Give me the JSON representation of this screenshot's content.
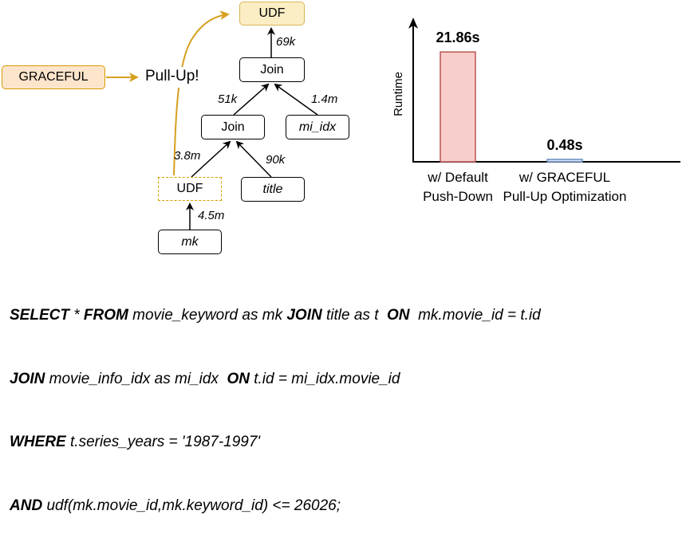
{
  "plan": {
    "nodes": {
      "udf_top": "UDF",
      "join_top": "Join",
      "join_mid": "Join",
      "mi_idx": "mi_idx",
      "udf_bottom": "UDF",
      "title": "title",
      "mk": "mk",
      "graceful": "GRACEFUL"
    },
    "edge_labels": {
      "join_top_to_udf": "69k",
      "join_mid_to_join_top": "51k",
      "mi_idx_to_join_top": "1.4m",
      "udf_to_join_mid": "3.8m",
      "title_to_join_mid": "90k",
      "mk_to_udf": "4.5m"
    },
    "pullup_label": "Pull-Up!",
    "colors": {
      "pullup_arrow": "#d6a020",
      "udf_top_fill": "#fbeec4",
      "graceful_fill": "#fde5cc"
    }
  },
  "chart_data": {
    "type": "bar",
    "title": "",
    "xlabel": "",
    "ylabel": "Runtime",
    "categories": [
      "w/ Default\nPush-Down",
      "w/ GRACEFUL\nPull-Up Optimization"
    ],
    "category_lines": [
      [
        "w/ Default",
        "Push-Down"
      ],
      [
        "w/ GRACEFUL",
        "Pull-Up Optimization"
      ]
    ],
    "values": [
      21.86,
      0.48
    ],
    "data_labels": [
      "21.86s",
      "0.48s"
    ],
    "unit": "s",
    "ylim": [
      0,
      30
    ],
    "grid": false,
    "colors": [
      {
        "fill": "#f8cecc",
        "stroke": "#b85450"
      },
      {
        "fill": "#dae8fc",
        "stroke": "#6c8ebf"
      }
    ]
  },
  "sql": {
    "line1": [
      {
        "t": "SELECT",
        "b": true
      },
      {
        "t": " * ",
        "b": false
      },
      {
        "t": "FROM",
        "b": true
      },
      {
        "t": " movie_keyword as mk ",
        "b": false
      },
      {
        "t": "JOIN",
        "b": true
      },
      {
        "t": " title as t  ",
        "b": false
      },
      {
        "t": "ON",
        "b": true
      },
      {
        "t": "  mk.movie_id = t.id",
        "b": false
      }
    ],
    "line2": [
      {
        "t": "JOIN",
        "b": true
      },
      {
        "t": " movie_info_idx as mi_idx  ",
        "b": false
      },
      {
        "t": "ON",
        "b": true
      },
      {
        "t": " t.id = mi_idx.movie_id",
        "b": false
      }
    ],
    "line3": [
      {
        "t": "WHERE",
        "b": true
      },
      {
        "t": " t.series_years = '1987-1997'",
        "b": false
      }
    ],
    "line4": [
      {
        "t": "AND",
        "b": true
      },
      {
        "t": " udf(mk.movie_id,mk.keyword_id) <= 26026;",
        "b": false
      }
    ]
  }
}
